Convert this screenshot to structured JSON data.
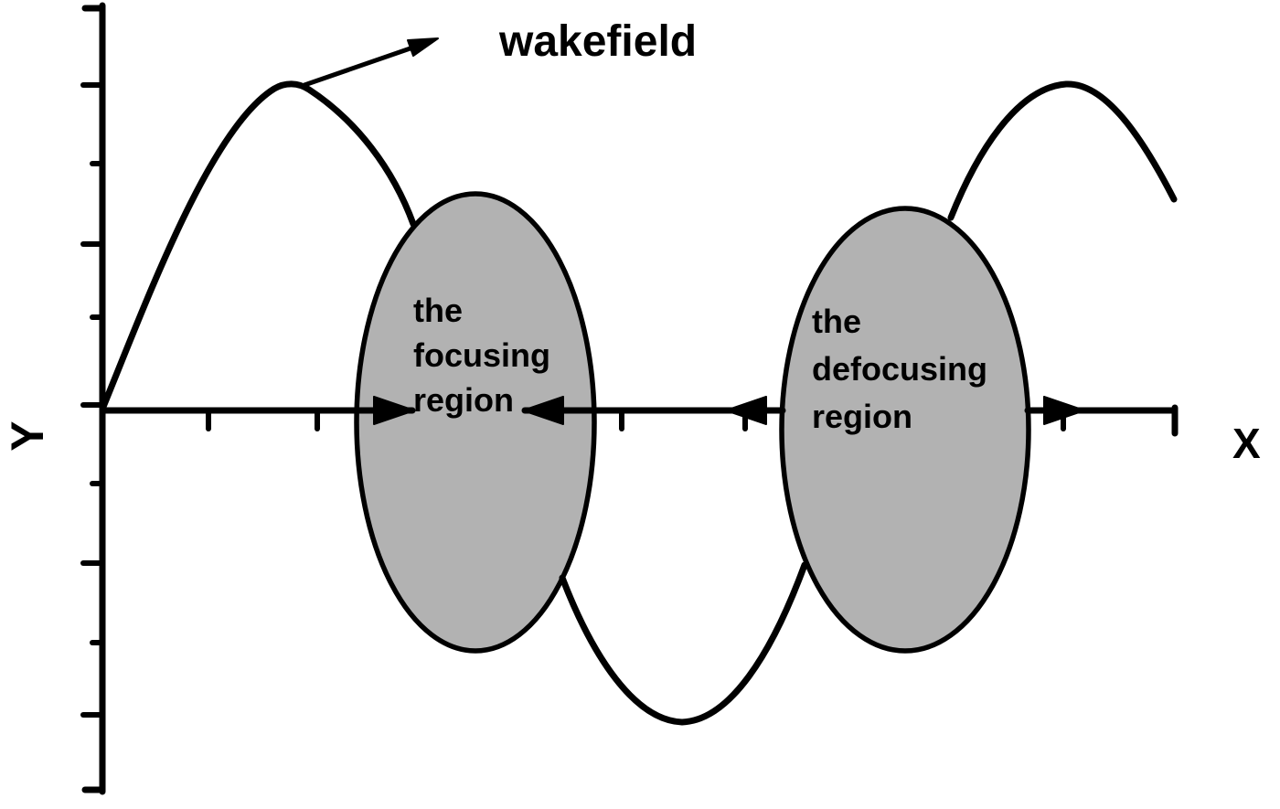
{
  "figure": {
    "background": "#ffffff",
    "ink": "#000000",
    "region_fill": "#b2b2b2"
  },
  "labels": {
    "wakefield": "wakefield",
    "x_axis": "X",
    "y_axis": "Y"
  },
  "regions": {
    "focusing": {
      "line1": "the",
      "line2": "focusing",
      "line3": "region"
    },
    "defocusing": {
      "line1": "the",
      "line2": "defocusing",
      "line3": "region"
    }
  }
}
